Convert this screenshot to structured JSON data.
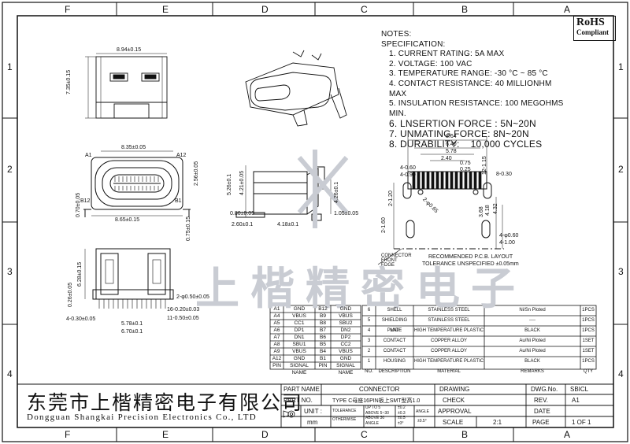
{
  "frame": {
    "col_labels": [
      "F",
      "E",
      "D",
      "C",
      "B",
      "A"
    ],
    "row_labels": [
      "1",
      "2",
      "3",
      "4"
    ]
  },
  "rohs": {
    "line1": "RoHS",
    "line2": "Compliant"
  },
  "notes": {
    "title": "NOTES:",
    "subtitle": "SPECIFICATION:",
    "items": [
      "1. CURRENT RATING: 5A MAX",
      "2. VOLTAGE: 100 VAC",
      "3. TEMPERATURE RANGE: -30 °C ~ 85 °C",
      "4. CONTACT RESISTANCE: 40 MILLIONHM MAX",
      "5. INSULATION RESISTANCE: 100 MEGOHMS MIN.",
      "6. LNSERTION FORCE : 5N~20N",
      "7. UNMATING FORCE: 8N~20N",
      "8. DURABILITY:    10,000 CYCLES"
    ]
  },
  "dims": {
    "top_width": "8.94±0.15",
    "top_height": "7.35±0.15",
    "front_inner": "8.35±0.05",
    "front_outer": "8.65±0.15",
    "front_height": "2.56±0.05",
    "front_left_h": "0.70±0.05",
    "front_right_h": "0.75±0.15",
    "pin_a1": "A1",
    "pin_a12": "A12",
    "pin_b12": "B12",
    "pin_b1": "B1",
    "side_h1": "5.26±0.1",
    "side_h2": "4.21±0.05",
    "side_h3": "4.26±0.1",
    "side_w1": "0.80±0.05",
    "side_w2": "2.60±0.1",
    "side_w3": "4.18±0.1",
    "side_w4": "1.05±0.05",
    "bot_h": "6.28±0.15",
    "bot_h2": "0.26±0.05",
    "bot_pitch": "2-φ0.50±0.05",
    "bot_a": "16-0.20±0.03",
    "bot_b": "11-0.50±0.05",
    "bot_c": "4-0.30±0.05",
    "bot_d": "5.78±0.1",
    "bot_e": "6.70±0.1",
    "pcb_864": "8.64",
    "pcb_640": "6.40",
    "pcb_578": "5.78",
    "pcb_240": "2.40",
    "pcb_075": "0.75",
    "pcb_025": "0.25",
    "pcb_4_060": "4-0.60",
    "pcb_4_090": "4-0.90",
    "pcb_12_115": "12-1.15",
    "pcb_8_030": "8-0.30",
    "pcb_065": "2-φ0.65",
    "pcb_1_60": "2-1.60",
    "pcb_1_20": "2-1.20",
    "pcb_368": "3.68",
    "pcb_418": "4.18",
    "pcb_432": "4.32",
    "pcb_4_060b": "4-φ0.60",
    "pcb_4_100": "4-1.00",
    "conn_front": "CONNECTOR FRONT EDGE",
    "recommended": "RECOMMENDED  P.C.B. LAYOUT",
    "tolerance": "TOLERANCE  UNSPECIFIED ±0.05mm"
  },
  "watermark": "上楷精密电子",
  "pin_table": {
    "rows": [
      [
        "A1",
        "GND",
        "B12",
        "GND"
      ],
      [
        "A4",
        "VBUS",
        "B9",
        "VBUS"
      ],
      [
        "A5",
        "CC1",
        "B8",
        "SBU2"
      ],
      [
        "A6",
        "DP1",
        "B7",
        "DN2"
      ],
      [
        "A7",
        "DN1",
        "B6",
        "DP2"
      ],
      [
        "A8",
        "SBU1",
        "B5",
        "CC2"
      ],
      [
        "A9",
        "VBUS",
        "B4",
        "VBUS"
      ],
      [
        "A12",
        "GND",
        "B1",
        "GND"
      ]
    ],
    "header": [
      "PIN",
      "SIGNAL NAME",
      "PIN",
      "SIGNAL NAME"
    ]
  },
  "bom": {
    "rows": [
      [
        "6",
        "SHELL",
        "STAINLESS STEEL",
        "Ni/Sn  Ploted",
        "1PCS"
      ],
      [
        "5",
        "SHIELDING PLATE",
        "STAINLESS STEEL",
        "----",
        "1PCS"
      ],
      [
        "4",
        "MID",
        "HIGH TEMPERATURE PLASTIC",
        "BLACK",
        "1PCS"
      ],
      [
        "3",
        "CONTACT",
        "COPPER ALLOY",
        "Au/Ni Ploted",
        "1SET"
      ],
      [
        "2",
        "CONTACT",
        "COPPER ALLOY",
        "Au/Ni Ploted",
        "1SET"
      ],
      [
        "1",
        "HOUSING",
        "HIGH TEMPERATURE PLASTIC",
        "BLACK",
        "1PCS"
      ]
    ],
    "header": [
      "NO.",
      "DESCRIPTION",
      "MATERIAL",
      "REMARKS",
      "QTY"
    ]
  },
  "company": {
    "cn": "东莞市上楷精密电子有限公司",
    "en": "Dongguan Shangkai Precision Electronics Co., LTD"
  },
  "title_block": {
    "part_name_label": "PART NAME",
    "part_name": "CONNECTOR",
    "part_no_label": "PART NO.",
    "part_no": "TYPE C母座16PIN板上SMT型高1.0",
    "unit_label": "UNIT :",
    "unit": "mm",
    "tol_label": "TOLERANCE",
    "otherwise": "OTHERWISE",
    "tol_rows": [
      "UP TO 5",
      "ABOVE 5~30",
      "ABOVE 30",
      "ANGLE"
    ],
    "tol_vals": [
      "±0.2",
      "±0.3",
      "±0.5",
      "±3°"
    ],
    "angle_label": "ANGLE",
    "angle_val": "±0.5°",
    "drawing_label": "DRAWING",
    "check_label": "CHECK",
    "approval_label": "APPROVAL",
    "scale_label": "SCALE",
    "scale": "2:1",
    "dwg_label": "DWG.No.",
    "dwg": "SBICL",
    "rev_label": "REV.",
    "rev": "A1",
    "date_label": "DATE",
    "page_label": "PAGE",
    "page": "1 OF 1"
  }
}
